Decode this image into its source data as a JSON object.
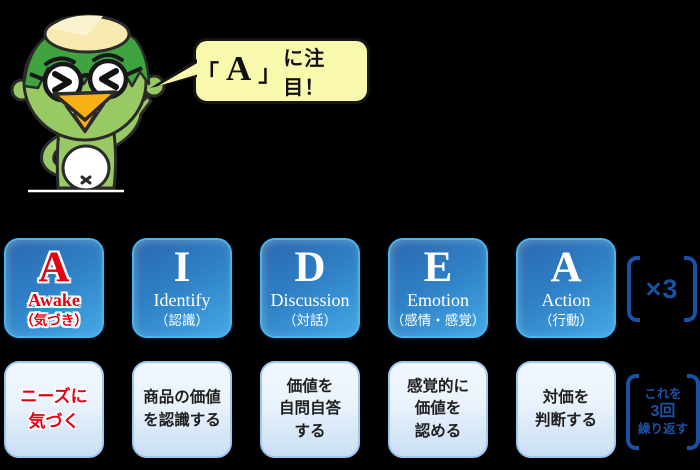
{
  "speech_bubble": {
    "open": "「",
    "letter": "A",
    "close": "」",
    "suffix": "に注目！"
  },
  "aidea_row": {
    "cards": [
      {
        "letter": "A",
        "word": "Awake",
        "jp": "（気づき）"
      },
      {
        "letter": "I",
        "word": "Identify",
        "jp": "（認識）"
      },
      {
        "letter": "D",
        "word": "Discussion",
        "jp": "（対話）"
      },
      {
        "letter": "E",
        "word": "Emotion",
        "jp": "（感情・感覚）"
      },
      {
        "letter": "A",
        "word": "Action",
        "jp": "（行動）"
      }
    ],
    "times_label": "×3"
  },
  "description_row": {
    "cards": [
      {
        "line1": "ニーズに",
        "line2": "気づく"
      },
      {
        "line1": "商品の価値",
        "line2": "を認識する"
      },
      {
        "line1": "価値を",
        "line2": "自問自答",
        "line3": "する"
      },
      {
        "line1": "感覚的に",
        "line2": "価値を",
        "line3": "認める"
      },
      {
        "line1": "対価を",
        "line2": "判断する"
      }
    ],
    "repeat_note": {
      "line1": "これを",
      "line2": "3回",
      "line3": "繰り返す"
    }
  },
  "icons": {
    "mascot": "kappa-mascot-illustration",
    "bubble_tail": "speech-bubble-tail"
  },
  "colors": {
    "background": "#000000",
    "card_blue_top": "#2b68af",
    "card_blue_bottom": "#43a8e6",
    "card_blue_border": "#45b7e9",
    "desc_card_border": "#9dc9ed",
    "desc_card_bottom": "#c9def4",
    "highlight_red": "#e60012",
    "bracket_blue": "#1b51a3",
    "bubble_yellow": "#f9f9ae",
    "kappa_green": "#98c964",
    "hair_green": "#3fa43f",
    "plate_cream": "#f7e9b0",
    "beak_orange": "#f9b013"
  }
}
